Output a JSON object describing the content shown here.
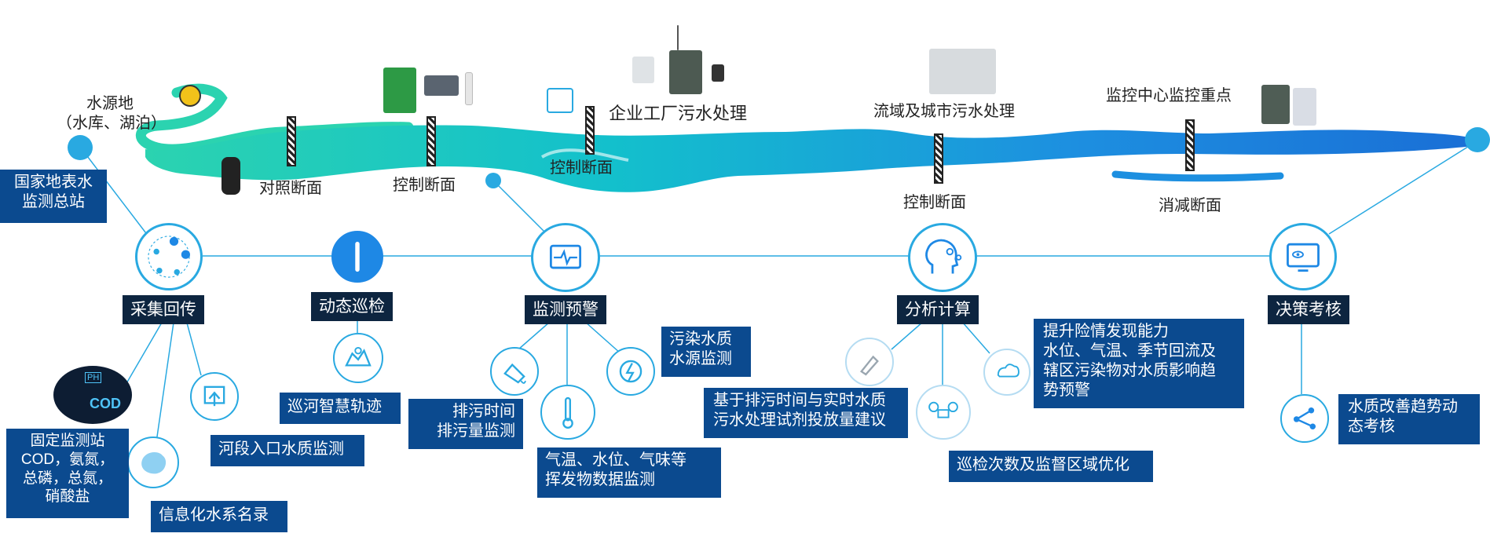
{
  "river": {
    "source_name": "水源地",
    "source_sub": "（水库、湖泊）",
    "reference_section": "对照断面",
    "control_section_1": "控制断面",
    "enterprise_label": "企业工厂污水处理",
    "control_section_2": "控制断面",
    "municipal_label": "流域及城市污水处理",
    "control_section_3": "控制断面",
    "monitor_center_label": "监控中心监控重点",
    "reduction_section": "消减断面"
  },
  "station_box": "国家地表水\n监测总站",
  "stages": [
    {
      "label": "采集回传"
    },
    {
      "label": "动态巡检"
    },
    {
      "label": "监测预警"
    },
    {
      "label": "分析计算"
    },
    {
      "label": "决策考核"
    }
  ],
  "details": {
    "cod_text": "COD",
    "ph_text": "PH",
    "fixed_station": "固定监测站\nCOD，氨氮，\n总磷，总氮，\n硝酸盐",
    "hydro_directory": "信息化水系名录",
    "inlet_quality": "河段入口水质监测",
    "patrol_track": "巡河智慧轨迹",
    "discharge_time": "排污时间\n排污量监测",
    "pollution_source": "污染水质\n水源监测",
    "weather_data": "气温、水位、气味等\n挥发物数据监测",
    "dosing_advice": "基于排污时间与实时水质\n污水处理试剂投放量建议",
    "patrol_optimize": "巡检次数及监督区域优化",
    "warning_ability": "提升险情发现能力\n水位、气温、季节回流及\n辖区污染物对水质影响趋\n势预警",
    "improve_trend": "水质改善趋势动\n态考核"
  },
  "colors": {
    "line": "#29a9e1",
    "box": "#0b4a8f",
    "dark_box": "#0d2540",
    "river_start": "#1dc8c0",
    "river_end": "#1a6fd6"
  }
}
